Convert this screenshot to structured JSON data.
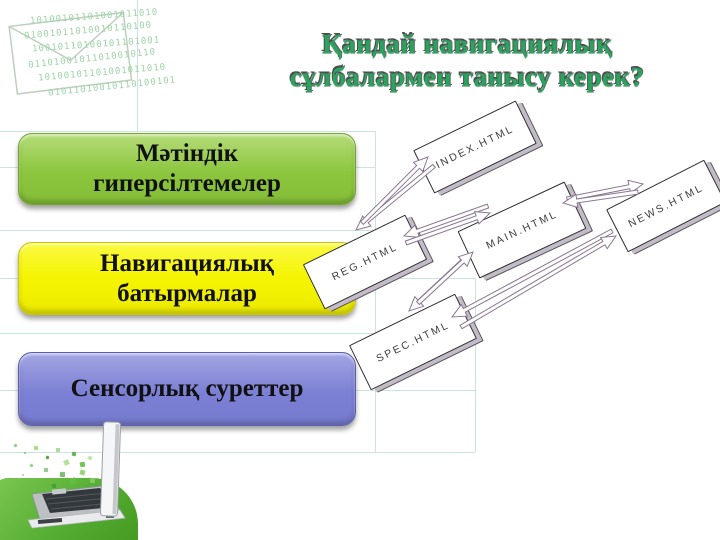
{
  "slide": {
    "title_lines": [
      "Қандай навигациялық",
      "сұлбалармен танысу керек?"
    ],
    "title_color": "#29a35e",
    "background_color": "#ffffff"
  },
  "buttons": [
    {
      "id": "text-hyperlinks",
      "lines": [
        "Мәтіндік",
        "гиперсілтемелер"
      ],
      "color": "#8cc63e"
    },
    {
      "id": "navigation-buttons",
      "lines": [
        "Навигациялық",
        "батырмалар"
      ],
      "color": "#f5f400"
    },
    {
      "id": "sensor-images",
      "lines": [
        "Сенсорлық суреттер"
      ],
      "color": "#7c80d4"
    }
  ],
  "diagram": {
    "type": "node-link",
    "nodes": [
      {
        "id": "index",
        "label": "INDEX.HTML"
      },
      {
        "id": "reg",
        "label": "REG.HTML"
      },
      {
        "id": "main",
        "label": "MAIN.HTML"
      },
      {
        "id": "news",
        "label": "NEWS.HTML"
      },
      {
        "id": "spec",
        "label": "SPEC.HTML"
      }
    ],
    "edges": [
      {
        "from": "INDEX.HTML",
        "to": "REG.HTML"
      },
      {
        "from": "REG.HTML",
        "to": "INDEX.HTML"
      },
      {
        "from": "MAIN.HTML",
        "to": "REG.HTML"
      },
      {
        "from": "REG.HTML",
        "to": "MAIN.HTML"
      },
      {
        "from": "MAIN.HTML",
        "to": "NEWS.HTML"
      },
      {
        "from": "NEWS.HTML",
        "to": "MAIN.HTML"
      },
      {
        "from": "MAIN.HTML",
        "to": "SPEC.HTML"
      },
      {
        "from": "SPEC.HTML",
        "to": "MAIN.HTML"
      },
      {
        "from": "NEWS.HTML",
        "to": "SPEC.HTML"
      },
      {
        "from": "SPEC.HTML",
        "to": "NEWS.HTML"
      }
    ],
    "arrow_outline_color": "#8a7793"
  },
  "decor": {
    "binary_rows": [
      "10100101101001011010",
      "01001011010010110100",
      "10010110100101101001",
      "01101001011010010110",
      "10100101101001011010",
      "01011010010110100101"
    ]
  }
}
